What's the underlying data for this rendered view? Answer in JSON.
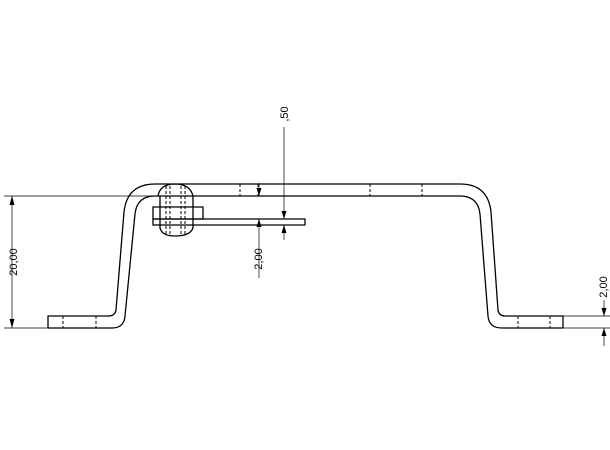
{
  "drawing": {
    "dimensions": {
      "overall_height": "20,00",
      "plate_offset": "2,00",
      "plate_thickness": ",50",
      "foot_thickness": "2,00"
    }
  }
}
